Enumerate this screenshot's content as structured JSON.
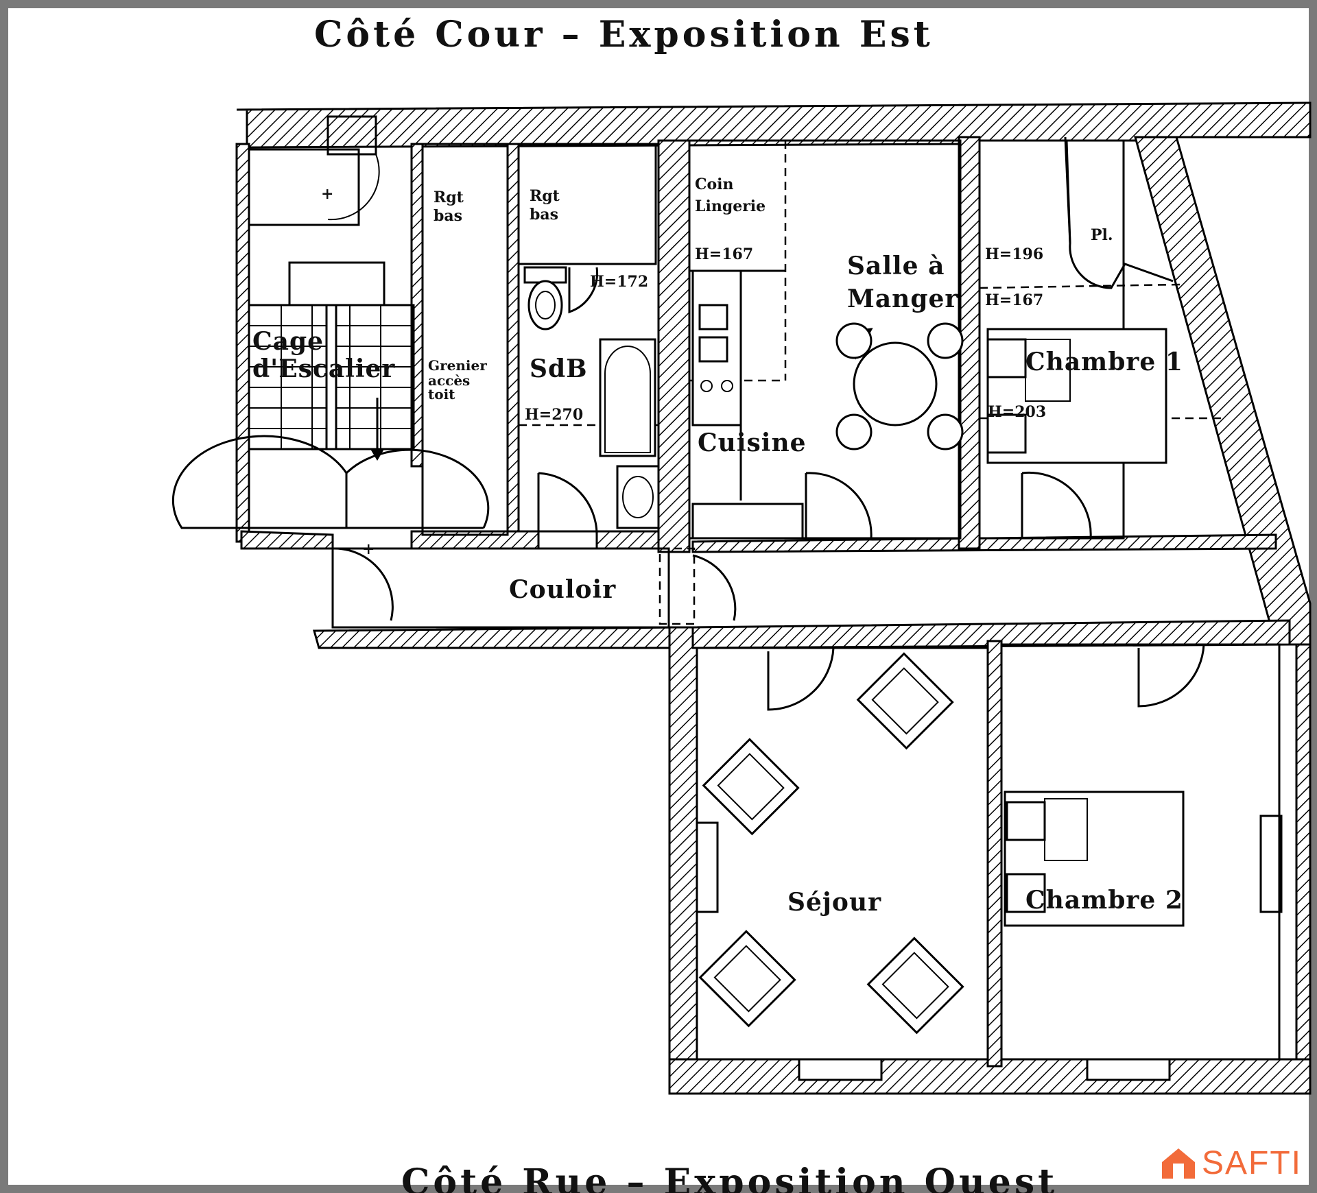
{
  "header": {
    "title": "Côté Cour – Exposition Est"
  },
  "footer": {
    "title": "Côté Rue – Exposition Ouest"
  },
  "rooms": {
    "cage_escalier": [
      "Cage",
      "d'Escalier"
    ],
    "rgt_bas_1": [
      "Rgt",
      "bas"
    ],
    "rgt_bas_2": [
      "Rgt",
      "bas"
    ],
    "grenier": [
      "Grenier",
      "accès",
      "toit"
    ],
    "sdb": "SdB",
    "coin_lingerie": [
      "Coin",
      "Lingerie"
    ],
    "salle_a_manger": [
      "Salle à",
      "Manger"
    ],
    "cuisine": "Cuisine",
    "chambre_1": "Chambre 1",
    "placard": "Pl.",
    "couloir": "Couloir",
    "sejour": "Séjour",
    "chambre_2": "Chambre 2"
  },
  "heights": {
    "sdb_wc": "H=172",
    "sdb": "H=270",
    "lingerie": "H=167",
    "chambre1_a": "H=196",
    "chambre1_b": "H=167",
    "chambre1_c": "H=203"
  },
  "logo": {
    "text": "SAFTI",
    "color": "#f26b3a"
  }
}
